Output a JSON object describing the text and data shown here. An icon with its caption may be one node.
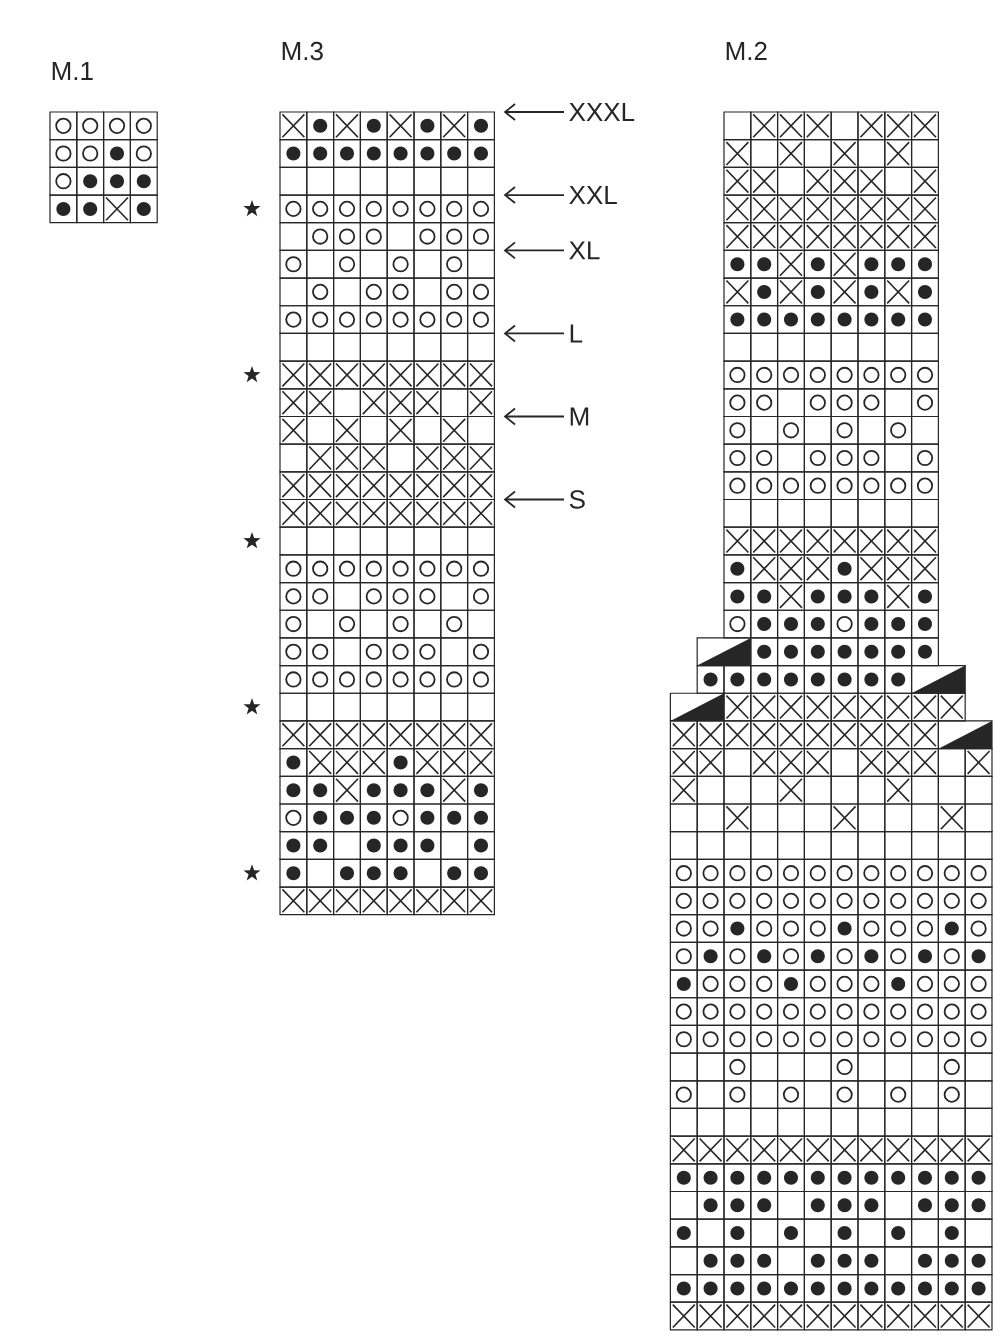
{
  "diagram": {
    "nodes": [
      {
        "text": [
          "M.1"
        ]
      },
      {
        "text": [
          "M.3"
        ]
      },
      {
        "text": [
          "XXXL"
        ]
      },
      {
        "text": [
          "XXL"
        ]
      },
      {
        "text": [
          "XL"
        ]
      },
      {
        "text": [
          "L"
        ]
      },
      {
        "text": [
          "M"
        ]
      },
      {
        "text": [
          "S"
        ]
      },
      {
        "text": [
          "M.2"
        ]
      }
    ],
    "edges": [
      {
        "from": 2,
        "to": 1,
        "arrow": "to"
      },
      {
        "from": 3,
        "to": 1,
        "arrow": "to"
      },
      {
        "from": 4,
        "to": 1,
        "arrow": "to"
      },
      {
        "from": 5,
        "to": 1,
        "arrow": "to"
      },
      {
        "from": 6,
        "to": 1,
        "arrow": "to"
      },
      {
        "from": 7,
        "to": 1,
        "arrow": "to"
      }
    ]
  }
}
